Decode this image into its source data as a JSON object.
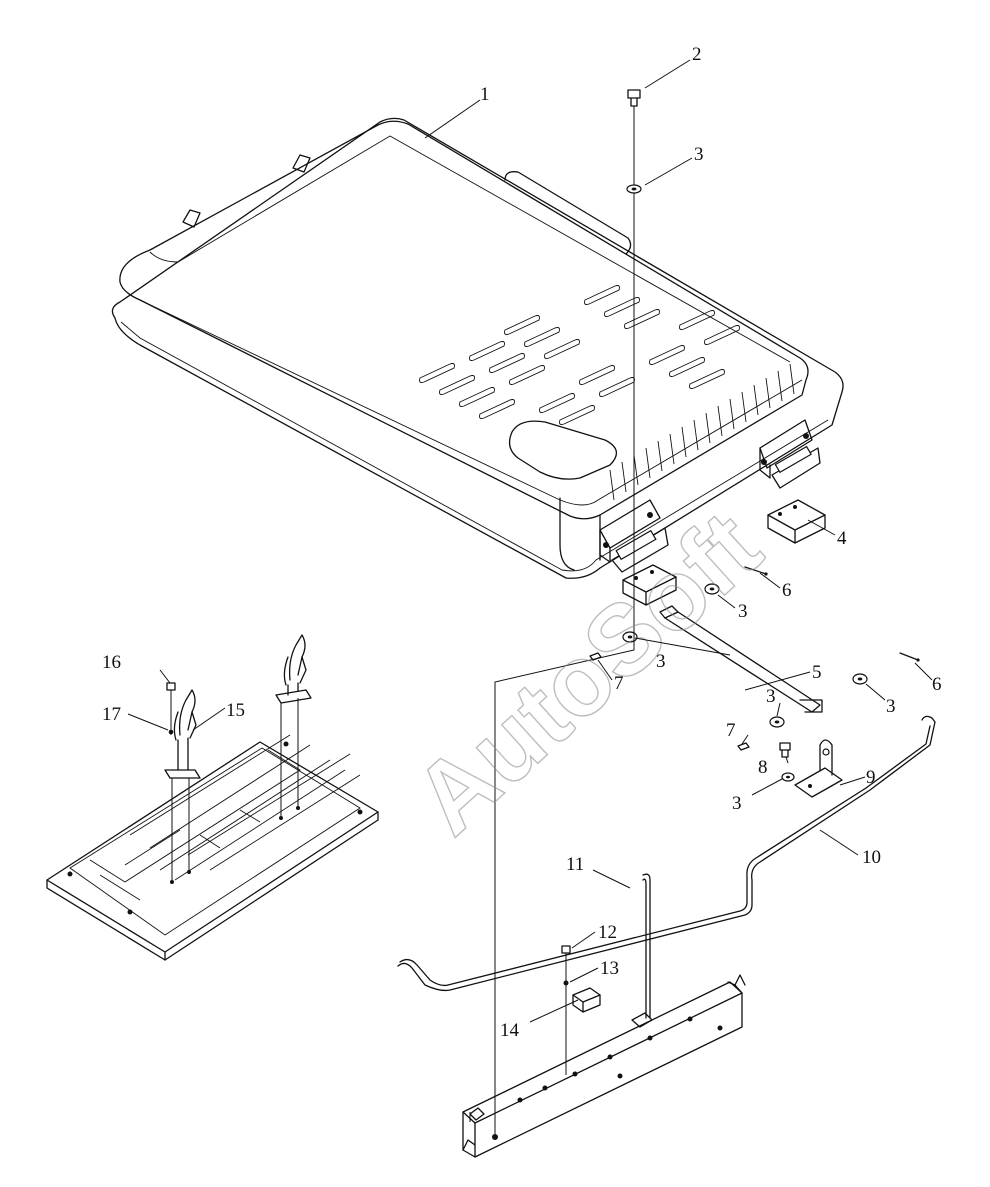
{
  "diagram": {
    "watermark": "AutoSoft",
    "callouts": [
      {
        "id": "c1",
        "label": "1"
      },
      {
        "id": "c2",
        "label": "2"
      },
      {
        "id": "c3a",
        "label": "3"
      },
      {
        "id": "c4",
        "label": "4"
      },
      {
        "id": "c6a",
        "label": "6"
      },
      {
        "id": "c3b",
        "label": "3"
      },
      {
        "id": "c3c",
        "label": "3"
      },
      {
        "id": "c5",
        "label": "5"
      },
      {
        "id": "c7a",
        "label": "7"
      },
      {
        "id": "c6b",
        "label": "6"
      },
      {
        "id": "c3d",
        "label": "3"
      },
      {
        "id": "c3e",
        "label": "3"
      },
      {
        "id": "c7b",
        "label": "7"
      },
      {
        "id": "c8",
        "label": "8"
      },
      {
        "id": "c9",
        "label": "9"
      },
      {
        "id": "c3f",
        "label": "3"
      },
      {
        "id": "c10",
        "label": "10"
      },
      {
        "id": "c11",
        "label": "11"
      },
      {
        "id": "c12",
        "label": "12"
      },
      {
        "id": "c13",
        "label": "13"
      },
      {
        "id": "c14",
        "label": "14"
      },
      {
        "id": "c15",
        "label": "15"
      },
      {
        "id": "c16",
        "label": "16"
      },
      {
        "id": "c17",
        "label": "17"
      }
    ]
  }
}
